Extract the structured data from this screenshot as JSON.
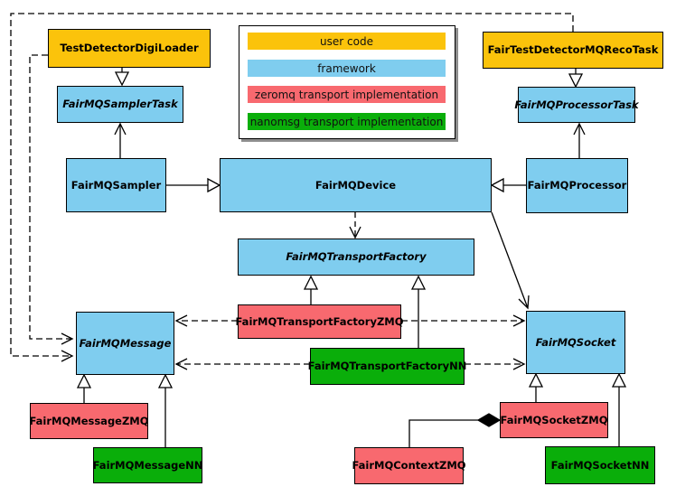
{
  "title": "FairMQ class diagram",
  "colors": {
    "user_code": "#FBC30B",
    "framework": "#7FCDEF",
    "zeromq": "#F8696F",
    "nanomsg": "#0AAE0A",
    "line": "#000000",
    "legend_shadow": "#8e8e8e"
  },
  "legend": {
    "items": [
      {
        "label": "user code",
        "category": "user_code"
      },
      {
        "label": "framework",
        "category": "framework"
      },
      {
        "label": "zeromq transport implementation",
        "category": "zeromq"
      },
      {
        "label": "nanomsg transport implementation",
        "category": "nanomsg"
      }
    ]
  },
  "nodes": {
    "testDetectorDigiLoader": {
      "label": "TestDetectorDigiLoader",
      "category": "user_code",
      "abstract": false
    },
    "fairTestDetectorMQRecoTask": {
      "label": "FairTestDetectorMQRecoTask",
      "category": "user_code",
      "abstract": false
    },
    "fairMQSamplerTask": {
      "label": "FairMQSamplerTask",
      "category": "framework",
      "abstract": true
    },
    "fairMQProcessorTask": {
      "label": "FairMQProcessorTask",
      "category": "framework",
      "abstract": true
    },
    "fairMQSampler": {
      "label": "FairMQSampler",
      "category": "framework",
      "abstract": false
    },
    "fairMQDevice": {
      "label": "FairMQDevice",
      "category": "framework",
      "abstract": false
    },
    "fairMQProcessor": {
      "label": "FairMQProcessor",
      "category": "framework",
      "abstract": false
    },
    "fairMQTransportFactory": {
      "label": "FairMQTransportFactory",
      "category": "framework",
      "abstract": true
    },
    "fairMQTransportFactoryZMQ": {
      "label": "FairMQTransportFactoryZMQ",
      "category": "zeromq",
      "abstract": false
    },
    "fairMQTransportFactoryNN": {
      "label": "FairMQTransportFactoryNN",
      "category": "nanomsg",
      "abstract": false
    },
    "fairMQMessage": {
      "label": "FairMQMessage",
      "category": "framework",
      "abstract": true
    },
    "fairMQSocket": {
      "label": "FairMQSocket",
      "category": "framework",
      "abstract": true
    },
    "fairMQMessageZMQ": {
      "label": "FairMQMessageZMQ",
      "category": "zeromq",
      "abstract": false
    },
    "fairMQMessageNN": {
      "label": "FairMQMessageNN",
      "category": "nanomsg",
      "abstract": false
    },
    "fairMQContextZMQ": {
      "label": "FairMQContextZMQ",
      "category": "zeromq",
      "abstract": false
    },
    "fairMQSocketZMQ": {
      "label": "FairMQSocketZMQ",
      "category": "zeromq",
      "abstract": false
    },
    "fairMQSocketNN": {
      "label": "FairMQSocketNN",
      "category": "nanomsg",
      "abstract": false
    }
  },
  "edges": [
    {
      "from": "TestDetectorDigiLoader",
      "to": "FairMQSamplerTask",
      "type": "inheritance",
      "style": "solid"
    },
    {
      "from": "FairTestDetectorMQRecoTask",
      "to": "FairMQProcessorTask",
      "type": "inheritance",
      "style": "solid"
    },
    {
      "from": "FairMQSampler",
      "to": "FairMQSamplerTask",
      "type": "association",
      "style": "solid"
    },
    {
      "from": "FairMQProcessor",
      "to": "FairMQProcessorTask",
      "type": "association",
      "style": "solid"
    },
    {
      "from": "FairMQSampler",
      "to": "FairMQDevice",
      "type": "inheritance",
      "style": "solid"
    },
    {
      "from": "FairMQProcessor",
      "to": "FairMQDevice",
      "type": "inheritance",
      "style": "solid"
    },
    {
      "from": "FairMQDevice",
      "to": "FairMQTransportFactory",
      "type": "dependency",
      "style": "dashed"
    },
    {
      "from": "FairMQDevice",
      "to": "FairMQSocket",
      "type": "association",
      "style": "solid"
    },
    {
      "from": "FairMQTransportFactoryZMQ",
      "to": "FairMQTransportFactory",
      "type": "inheritance",
      "style": "solid"
    },
    {
      "from": "FairMQTransportFactoryNN",
      "to": "FairMQTransportFactory",
      "type": "inheritance",
      "style": "solid"
    },
    {
      "from": "FairMQTransportFactoryZMQ",
      "to": "FairMQMessage",
      "type": "dependency",
      "style": "dashed"
    },
    {
      "from": "FairMQTransportFactoryZMQ",
      "to": "FairMQSocket",
      "type": "dependency",
      "style": "dashed"
    },
    {
      "from": "FairMQTransportFactoryNN",
      "to": "FairMQMessage",
      "type": "dependency",
      "style": "dashed"
    },
    {
      "from": "FairMQTransportFactoryNN",
      "to": "FairMQSocket",
      "type": "dependency",
      "style": "dashed"
    },
    {
      "from": "TestDetectorDigiLoader",
      "to": "FairMQMessage",
      "type": "dependency",
      "style": "dashed"
    },
    {
      "from": "FairTestDetectorMQRecoTask",
      "to": "FairMQMessage",
      "type": "dependency",
      "style": "dashed"
    },
    {
      "from": "FairMQMessageZMQ",
      "to": "FairMQMessage",
      "type": "inheritance",
      "style": "solid"
    },
    {
      "from": "FairMQMessageNN",
      "to": "FairMQMessage",
      "type": "inheritance",
      "style": "solid"
    },
    {
      "from": "FairMQSocketZMQ",
      "to": "FairMQSocket",
      "type": "inheritance",
      "style": "solid"
    },
    {
      "from": "FairMQSocketNN",
      "to": "FairMQSocket",
      "type": "inheritance",
      "style": "solid"
    },
    {
      "from": "FairMQContextZMQ",
      "to": "FairMQSocketZMQ",
      "type": "composition",
      "style": "solid"
    }
  ]
}
